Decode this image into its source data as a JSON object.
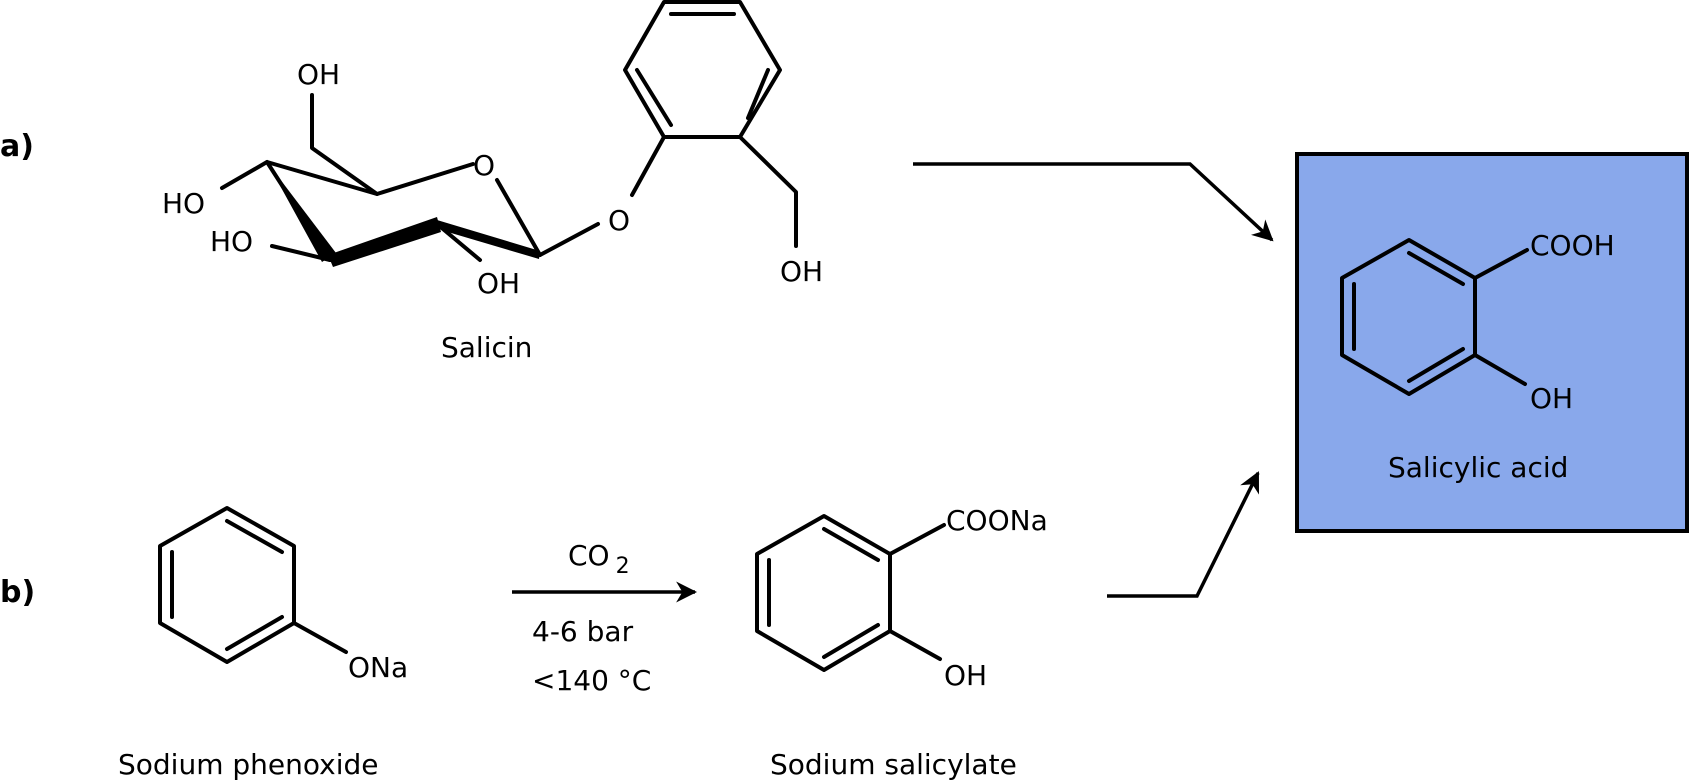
{
  "panels": {
    "a": {
      "letter": "a)"
    },
    "b": {
      "letter": "b)"
    }
  },
  "molecules": {
    "salicin": {
      "name": "Salicin",
      "atoms": {
        "oh_top": "OH",
        "ho_left": "HO",
        "ho_lower": "HO",
        "oh_bottom": "OH",
        "ring_o": "O",
        "glyco_o": "O",
        "benzyl_oh": "OH"
      }
    },
    "salicylic_acid": {
      "name": "Salicylic acid",
      "atoms": {
        "cooh": "COOH",
        "oh": "OH"
      },
      "highlight_color": "#89a8eb"
    },
    "sodium_phenoxide": {
      "name": "Sodium phenoxide",
      "atoms": {
        "ona": "ONa"
      }
    },
    "sodium_salicylate": {
      "name": "Sodium salicylate",
      "atoms": {
        "coona": "COONa",
        "oh": "OH"
      }
    }
  },
  "reaction_b": {
    "reagent": "CO",
    "reagent_subscript": "2",
    "pressure": "4-6 bar",
    "temperature": "<140 °C"
  }
}
